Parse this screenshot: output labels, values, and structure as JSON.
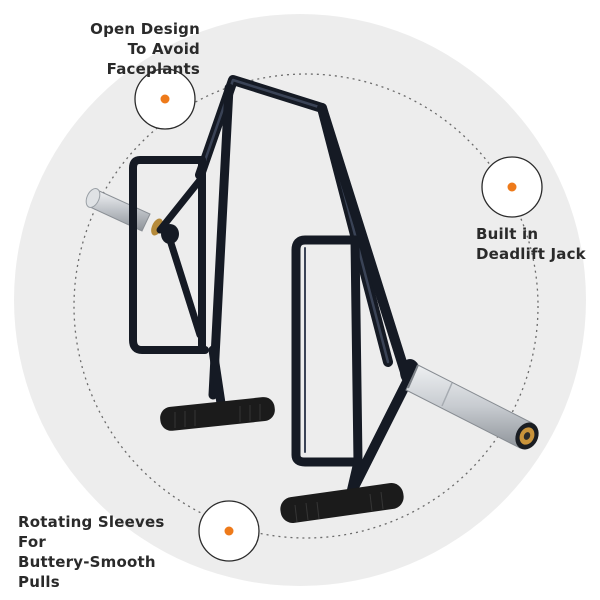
{
  "callouts": {
    "open_design": {
      "line1": "Open Design",
      "line2": "To Avoid Faceplants"
    },
    "deadlift_jack": {
      "line1": "Built in",
      "line2": "Deadlift Jack"
    },
    "rotating_sleeves": {
      "line1": "Rotating Sleeves For",
      "line2": "Buttery-Smooth Pulls"
    }
  },
  "colors": {
    "background_circle": "#ededed",
    "frame": "#151a24",
    "accent_dot": "#ee7a1a",
    "sleeve": "#c9ccd0",
    "grip": "#1b1b1b"
  }
}
